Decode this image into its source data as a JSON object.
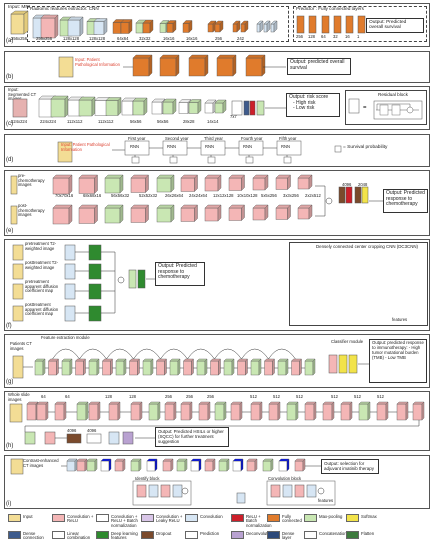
{
  "colors": {
    "input": "#f3dd95",
    "conv_relu": "#f4b6b6",
    "conv_relu_bn": "#ffffff",
    "conv_leaky_bn": "#d9c6e8",
    "conv": "#d7e6f4",
    "relu_bn": "#cc1f2a",
    "fc": "#e07b2c",
    "maxpool": "#c9e7b3",
    "softmax": "#f2e34a",
    "dense_conn": "#3e5b8c",
    "linear": "#ffffff",
    "deep_feat": "#2f8a2f",
    "dropout": "#7a4a2c",
    "prediction": "#ffffff",
    "deconv": "#b9a2d1",
    "dense_layer": "#2e4a7a",
    "concat": "#ffffff",
    "flatten": "#3d7a3d"
  },
  "panel_a": {
    "label": "(a)",
    "input_label": "Input: MRI",
    "cnn_title": "Radiomic features extractor: CNN",
    "dims": [
      "256x256",
      "256x256",
      "128x128",
      "128x128",
      "64x64",
      "32x32",
      "16x16",
      "16x16",
      "256",
      "242"
    ],
    "fc_title": "Predictor : Fully connected layers",
    "fc_dims": [
      "256",
      "128",
      "64",
      "32",
      "16",
      "1"
    ],
    "output": "Output: Predicted overall survival"
  },
  "panel_b": {
    "label": "(b)",
    "input": "Input: Patient Pathological Information",
    "output": "Output: predicted overall survival"
  },
  "panel_c": {
    "label": "(c)",
    "input": "Input: Segmented CT images",
    "dims": [
      "224x224",
      "224x224",
      "112x112",
      "112x112",
      "56x56",
      "56x56",
      "28x28",
      "14x14",
      "7x7"
    ],
    "output": "Output: risk score",
    "risk": [
      "- High risk",
      "- Low risk"
    ],
    "residual": "Residual block"
  },
  "panel_d": {
    "label": "(d)",
    "input": "Input: Patient Pathological Information",
    "years": [
      "First year",
      "Second year",
      "Third year",
      "Fourth year",
      "Fifth year"
    ],
    "node": "RNN",
    "legend": "= Survival probability"
  },
  "panel_e": {
    "label": "(e)",
    "inputs": [
      "pre-chemotherapy images",
      "post-chemotherapy images"
    ],
    "dims": [
      "70x70x16",
      "68x68x16",
      "56x56x32",
      "52x52x32",
      "26x26x64",
      "24x24x64",
      "12x12x128",
      "10x10x128",
      "5x5x256",
      "3x3x256",
      "2x2x512"
    ],
    "fc_dims": [
      "4096",
      "2048"
    ],
    "output": "Output: Predicted response to chemotherapy"
  },
  "panel_f": {
    "label": "(f)",
    "inputs": [
      "pretreatment T2-weighted image",
      "posttreatment T2-weighted image",
      "pretreatment apparent diffusion coefficient map",
      "posttreatment apparent diffusion coefficient map"
    ],
    "output": "Output: Predicted response to chemotherapy",
    "dccnn": "Densely connected center cropping CNN (DC3CNN)",
    "features": "features"
  },
  "panel_g": {
    "label": "(g)",
    "input": "Patients CT images",
    "extract": "Feature extraction module",
    "classifier": "Classifier module",
    "output": "Output: predicted response to immunotherapy: - High tumor mutational burden (TMB) - Low TMB"
  },
  "panel_h": {
    "label": "(h)",
    "input": "Whole slide images",
    "channels": [
      "64",
      "64",
      "128",
      "128",
      "256",
      "256",
      "256",
      "512",
      "512",
      "512",
      "512",
      "512",
      "512"
    ],
    "fc": [
      "4096",
      "4096"
    ],
    "output": "Output: Predicted HSILs or higher (SQCC) for further treatment suggestion"
  },
  "panel_i": {
    "label": "(i)",
    "input": "Contrast-enhanced CT images",
    "output": "Output: selection for adjuvant imatinib therapy",
    "identity": "Identify block",
    "convblock": "Convolution block",
    "features": "features"
  },
  "legend": [
    {
      "label": "Input",
      "color": "input"
    },
    {
      "label": "Convolution + ReLU",
      "color": "conv_relu"
    },
    {
      "label": "Convolution + ReLU + Batch normalization",
      "color": "conv_relu_bn"
    },
    {
      "label": "Convolution + Leaky ReLU",
      "color": "conv_leaky_bn"
    },
    {
      "label": "Convolution",
      "color": "conv"
    },
    {
      "label": "ReLU + Batch normalization",
      "color": "relu_bn"
    },
    {
      "label": "Fully connected",
      "color": "fc"
    },
    {
      "label": "Max-pooling",
      "color": "maxpool"
    },
    {
      "label": "Softmax",
      "color": "softmax"
    },
    {
      "label": "Dense connection",
      "color": "dense_conn"
    },
    {
      "label": "Linear combination",
      "color": "linear"
    },
    {
      "label": "Deep learning features",
      "color": "deep_feat"
    },
    {
      "label": "Dropout",
      "color": "dropout"
    },
    {
      "label": "Prediction",
      "color": "prediction"
    },
    {
      "label": "Deconvolution",
      "color": "deconv"
    },
    {
      "label": "Dense layer",
      "color": "dense_layer"
    },
    {
      "label": "Concatenation",
      "color": "concat"
    },
    {
      "label": "Flatten",
      "color": "flatten"
    }
  ]
}
